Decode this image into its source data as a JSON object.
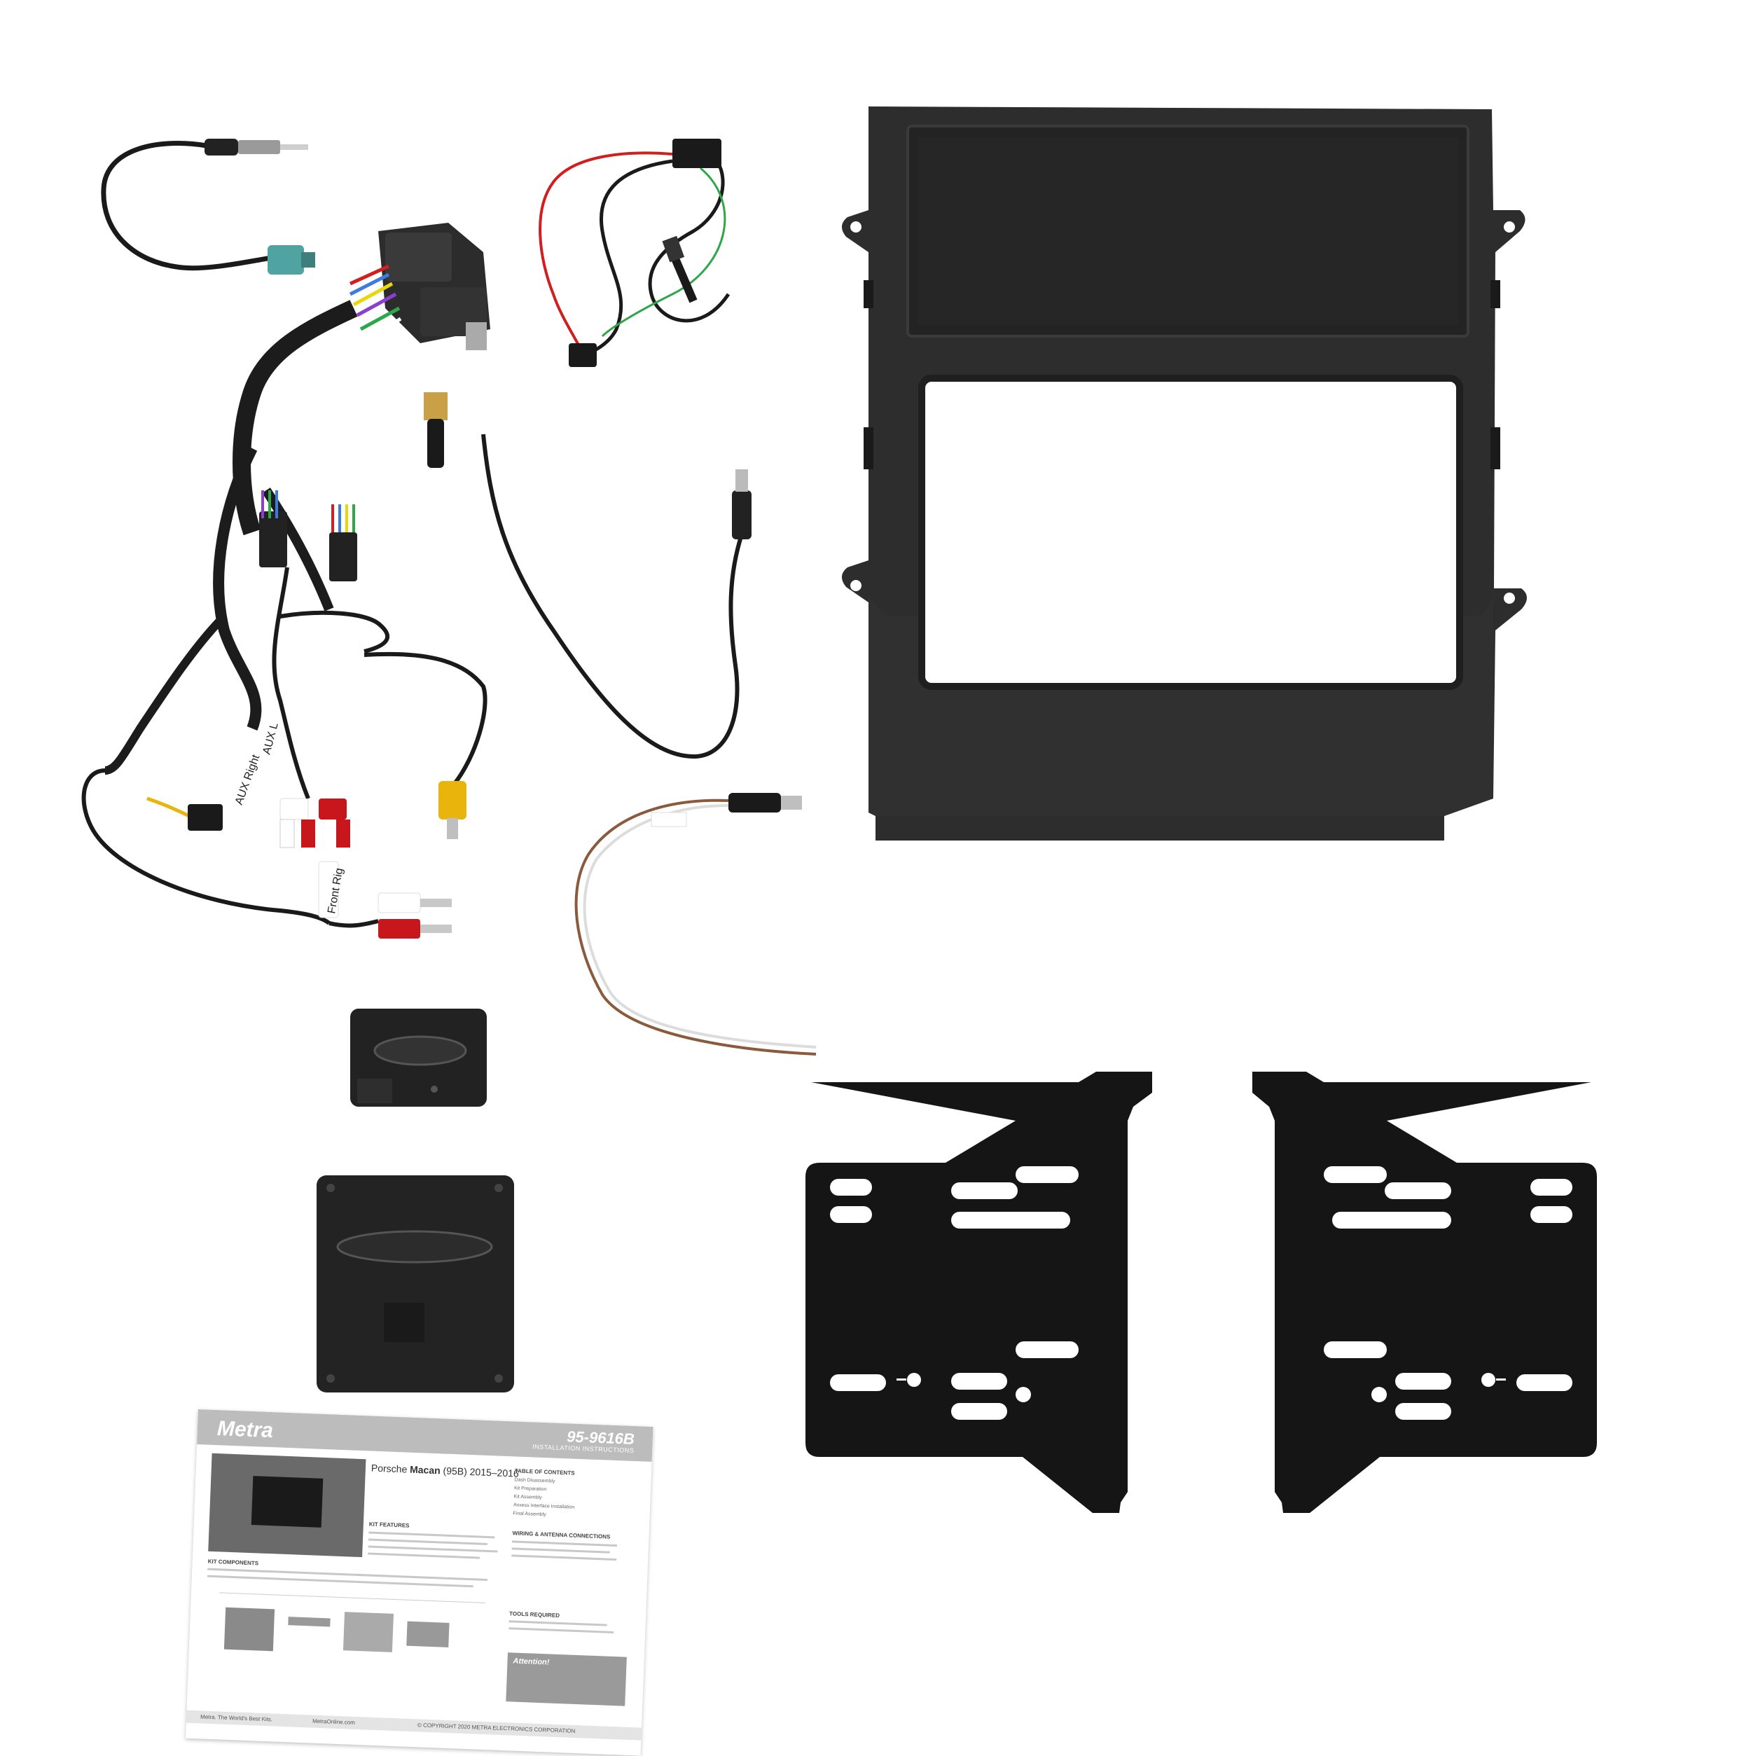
{
  "labels": {
    "aux_left": "AUX L",
    "aux_right": "AUX Right",
    "front_right": "Front Rig"
  },
  "instructions": {
    "brand": "Metra",
    "model": "95-9616B",
    "subtitle": "INSTALLATION INSTRUCTIONS",
    "vehicle_make": "Porsche",
    "vehicle_model": "Macan",
    "vehicle_code": "(95B)",
    "years": "2015–2016",
    "toc_title": "TABLE OF CONTENTS",
    "toc_items": [
      "Dash Disassembly",
      "Kit Preparation",
      "Kit Assembly",
      "Axxess Interface Installation",
      "Final Assembly"
    ],
    "kit_features": "KIT FEATURES",
    "kit_components": "KIT COMPONENTS",
    "wiring": "WIRING & ANTENNA CONNECTIONS",
    "tools": "TOOLS REQUIRED",
    "attention": "Attention!",
    "footer_left": "Metra. The World's Best Kits.",
    "footer_mid": "MetraOnline.com",
    "footer_right": "© COPYRIGHT 2020 METRA ELECTRONICS CORPORATION"
  },
  "colors": {
    "trim_plastic": "#2b2b2b",
    "bracket_black": "#141414",
    "fakra_teal": "#4fa3a0",
    "rca_red": "#c8161d",
    "rca_yellow": "#e9b50d",
    "usb_gold": "#c9a046"
  }
}
